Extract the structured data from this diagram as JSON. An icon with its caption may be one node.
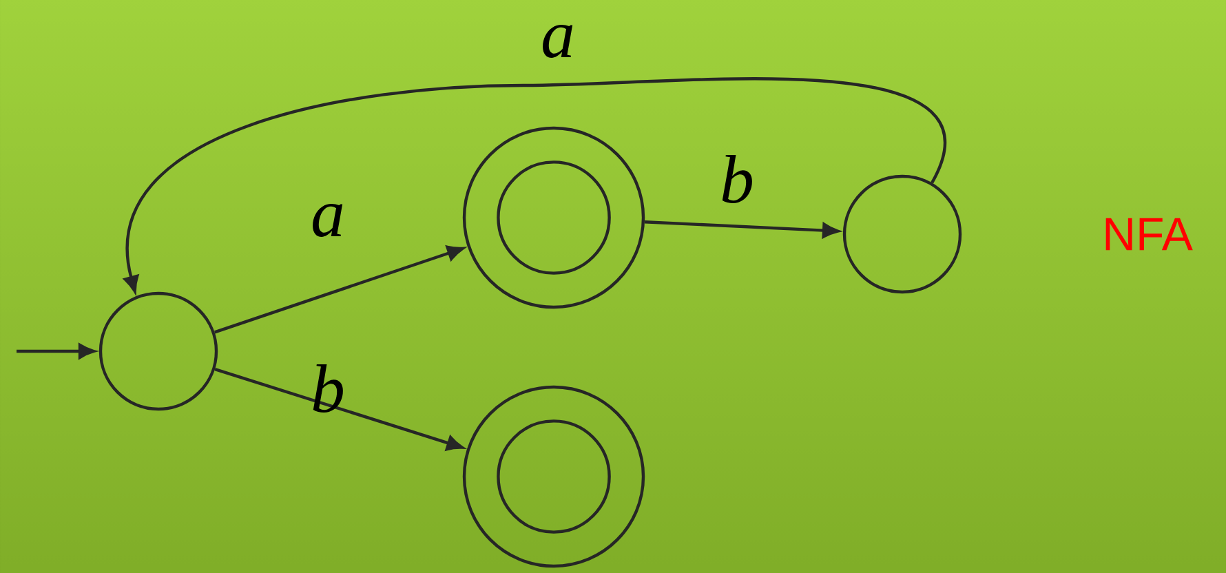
{
  "diagram": {
    "nodes": [
      {
        "text": [],
        "shape": "circle"
      },
      {
        "text": [],
        "shape": "double-circle"
      },
      {
        "text": [],
        "shape": "circle"
      },
      {
        "text": [],
        "shape": "double-circle"
      }
    ],
    "edges": [
      {
        "from": null,
        "to": 0,
        "arrow": "to"
      },
      {
        "from": 0,
        "to": 1,
        "arrow": "to",
        "label": "a"
      },
      {
        "from": 1,
        "to": 2,
        "arrow": "to",
        "label": "b"
      },
      {
        "from": 2,
        "to": 0,
        "arrow": "to",
        "label": "a"
      },
      {
        "from": 0,
        "to": 3,
        "arrow": "to",
        "label": "b"
      }
    ],
    "labels": [
      "NFA"
    ]
  }
}
